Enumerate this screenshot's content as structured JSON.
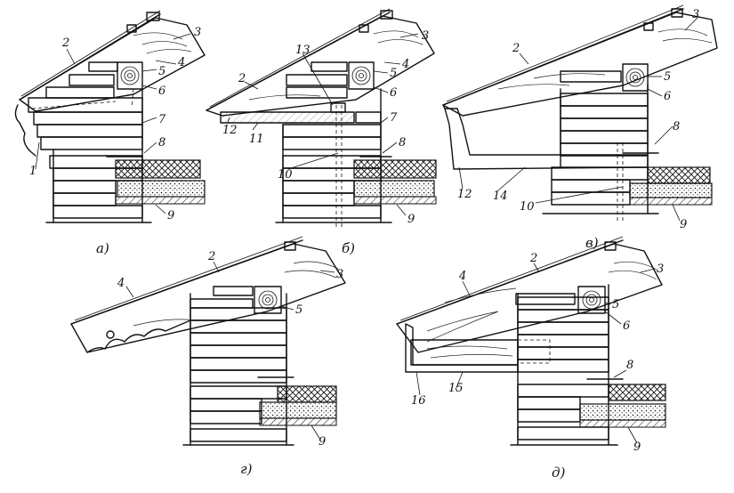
{
  "panels": [
    {
      "id": "a",
      "caption": "а)",
      "labels": [
        "1",
        "2",
        "3",
        "4",
        "5",
        "6",
        "7",
        "8",
        "9"
      ]
    },
    {
      "id": "b",
      "caption": "б)",
      "labels": [
        "2",
        "3",
        "4",
        "5",
        "6",
        "7",
        "8",
        "9",
        "10",
        "11",
        "12",
        "13"
      ]
    },
    {
      "id": "v",
      "caption": "в)",
      "labels": [
        "2",
        "3",
        "5",
        "6",
        "8",
        "9",
        "10",
        "12",
        "14"
      ]
    },
    {
      "id": "g",
      "caption": "г)",
      "labels": [
        "2",
        "3",
        "4",
        "5",
        "9"
      ]
    },
    {
      "id": "d",
      "caption": "д)",
      "labels": [
        "2",
        "3",
        "4",
        "5",
        "6",
        "8",
        "9",
        "15",
        "16"
      ]
    }
  ],
  "colors": {
    "ink": "#111111",
    "paper": "#ffffff"
  }
}
